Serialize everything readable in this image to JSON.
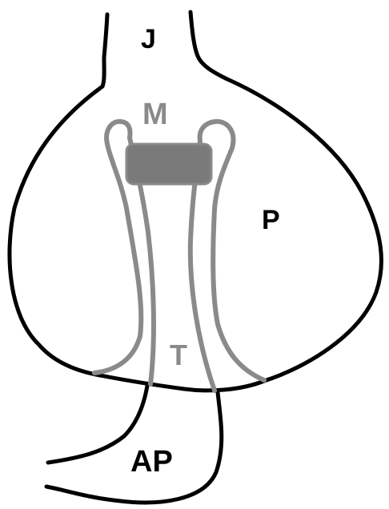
{
  "labels": {
    "j": "J",
    "m": "M",
    "p": "P",
    "t": "T",
    "ap": "AP"
  },
  "colors": {
    "background": "#ffffff",
    "outline": "#000000",
    "structure": "#8a8a8a",
    "block_fill": "#7a7a7a"
  }
}
